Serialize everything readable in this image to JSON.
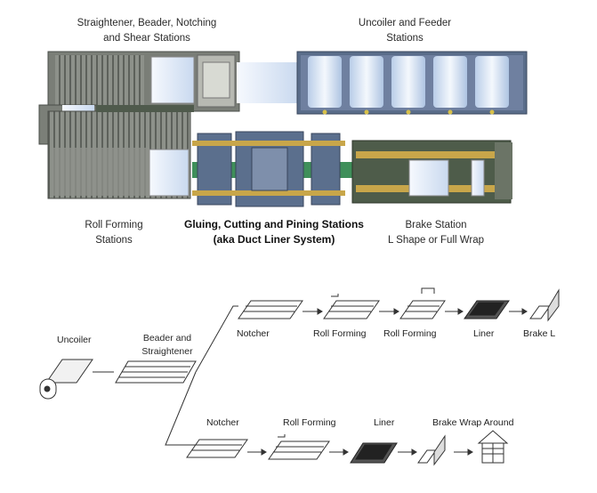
{
  "plant": {
    "labels": {
      "straightener": [
        "Straightener, Beader, Notching",
        "and Shear Stations"
      ],
      "uncoiler_feeder": [
        "Uncoiler and Feeder",
        "Stations"
      ],
      "roll_forming": [
        "Roll Forming",
        "Stations"
      ],
      "gluing": [
        "Gluing, Cutting and Pining Stations",
        "(aka Duct Liner System)"
      ],
      "brake": [
        "Brake Station",
        "L Shape or Full Wrap"
      ]
    },
    "colors": {
      "frame": "#6b6f6a",
      "beam": "#c8a64a",
      "roll": "#dfe9f6",
      "green": "#3f8f5a"
    }
  },
  "flow": {
    "uncoiler": "Uncoiler",
    "beader": [
      "Beader and",
      "Straightener"
    ],
    "top_branch": [
      "Notcher",
      "Roll Forming",
      "Roll Forming",
      "Liner",
      "Brake L"
    ],
    "bottom_branch": [
      "Notcher",
      "Roll Forming",
      "Liner",
      "Brake Wrap Around"
    ]
  }
}
